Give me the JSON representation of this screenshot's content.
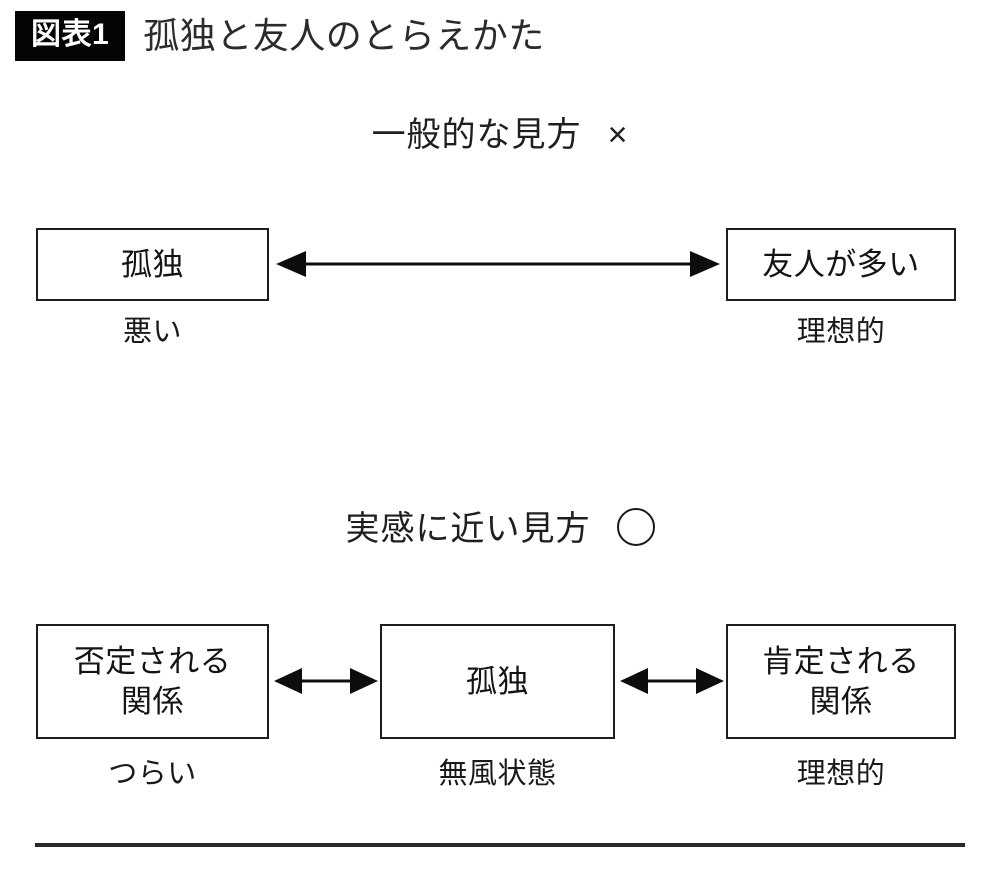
{
  "title": {
    "badge": "図表1",
    "text": "孤独と友人のとらえかた"
  },
  "sections": [
    {
      "header": "一般的な見方",
      "mark": "×",
      "mark_icon": "cross-mark-icon",
      "boxes": [
        {
          "label": "孤独",
          "caption": "悪い"
        },
        {
          "label": "友人が多い",
          "caption": "理想的"
        }
      ],
      "connector": "double-headed-arrow"
    },
    {
      "header": "実感に近い見方",
      "mark": "○",
      "mark_icon": "circle-mark-icon",
      "boxes": [
        {
          "label": "否定される\n関係",
          "caption": "つらい"
        },
        {
          "label": "孤独",
          "caption": "無風状態"
        },
        {
          "label": "肯定される\n関係",
          "caption": "理想的"
        }
      ],
      "connector": "double-headed-arrow"
    }
  ],
  "colors": {
    "badge_background": "#050505",
    "badge_text": "#ffffff",
    "title_text": "#2b2b2b",
    "box_border": "#1e1e1e",
    "box_fill": "#ffffff",
    "body_text": "#141414",
    "arrow": "#0d0d0d",
    "rule": "#2a2a2a",
    "page_background": "#ffffff"
  }
}
